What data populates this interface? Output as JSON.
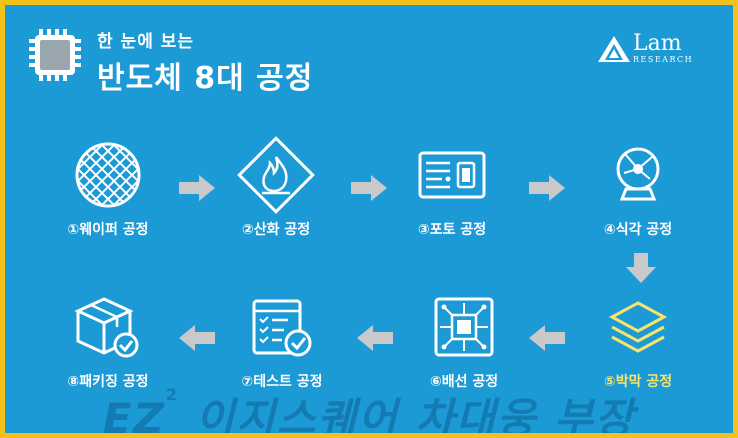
{
  "header": {
    "subtitle": "한 눈에 보는",
    "title": "반도체 8대 공정"
  },
  "brand": {
    "name": "Lam",
    "sub": "RESEARCH"
  },
  "steps": [
    {
      "label": "①웨이퍼 공정",
      "icon": "wafer-icon"
    },
    {
      "label": "②산화 공정",
      "icon": "flame-diamond-icon"
    },
    {
      "label": "③포토 공정",
      "icon": "circuit-board-icon"
    },
    {
      "label": "④식각 공정",
      "icon": "plasma-lamp-icon"
    },
    {
      "label": "⑤박막 공정",
      "icon": "layers-icon"
    },
    {
      "label": "⑥배선 공정",
      "icon": "chip-wiring-icon"
    },
    {
      "label": "⑦테스트 공정",
      "icon": "checklist-icon"
    },
    {
      "label": "⑧패키징 공정",
      "icon": "package-check-icon"
    }
  ],
  "colors": {
    "background": "#1b9ad6",
    "border": "#f2c21a",
    "highlight_label": "#f7e46a",
    "arrow": "#c9c9c9"
  },
  "watermark": {
    "logo": "EZ",
    "sup": "2",
    "text": "이지스퀘어 차대웅 부장"
  }
}
